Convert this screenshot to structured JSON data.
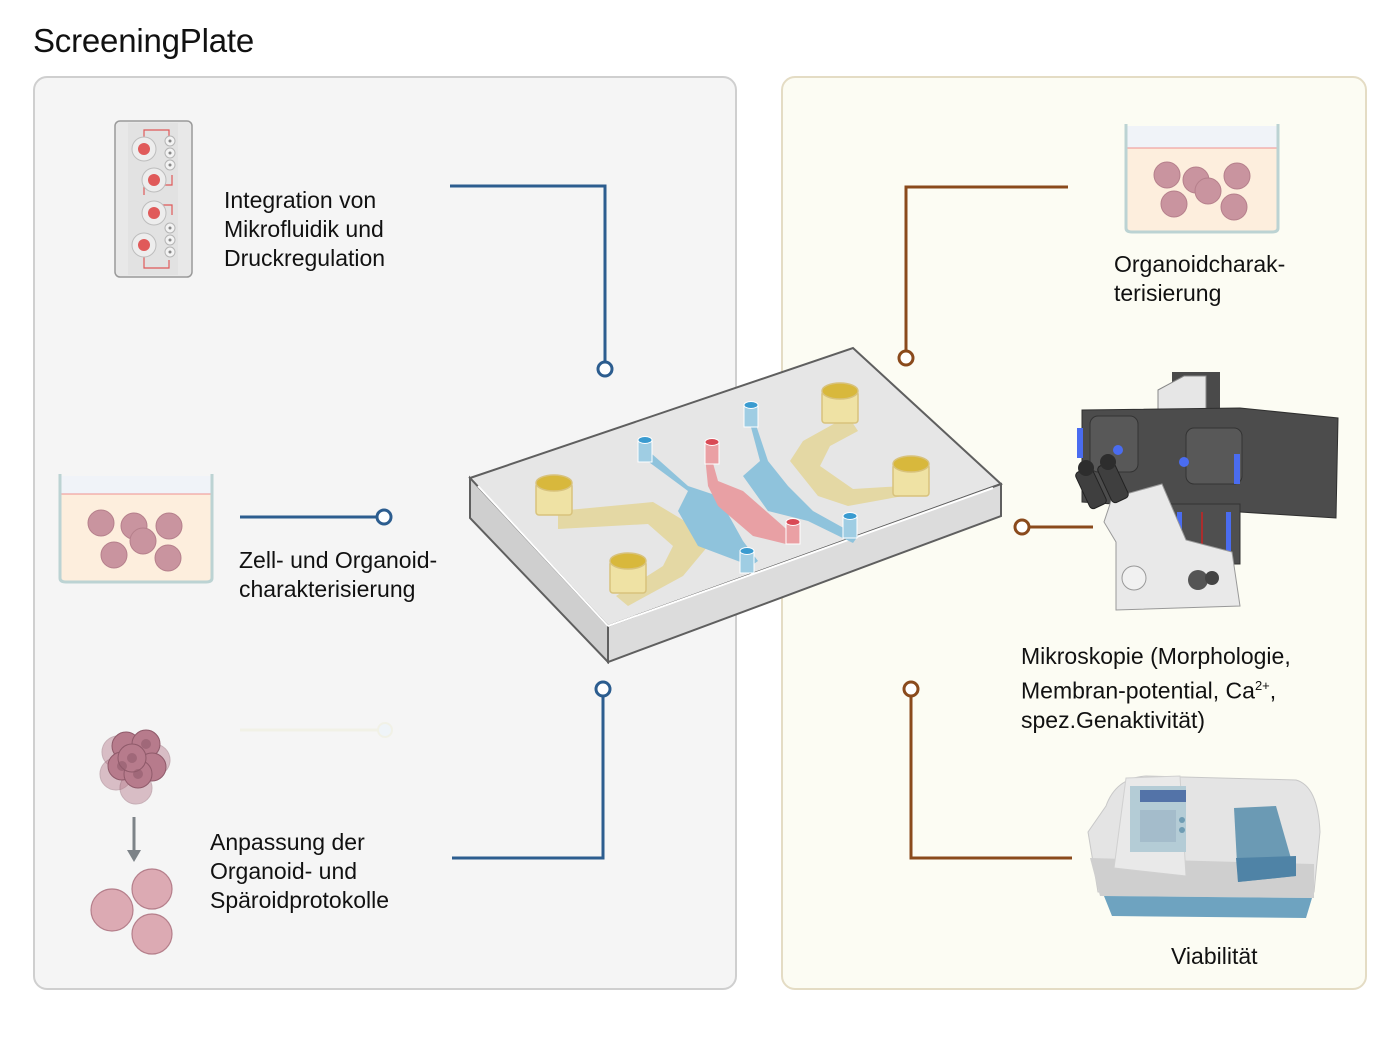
{
  "title": "ScreeningPlate",
  "left_panel": {
    "items": [
      {
        "id": "microfluidics",
        "label": "Integration von\nMikrofluidik und\nDruckregulation",
        "icon": "microfluidic-controller-icon"
      },
      {
        "id": "cell-organoid",
        "label": "Zell- und Organoid-\ncharakterisierung",
        "icon": "petri-dish-organoids-icon"
      },
      {
        "id": "protocols",
        "label": "Anpassung der\nOrganoid- und\nSpäroidprotokolle",
        "icon": "spheroid-to-organoid-icon"
      }
    ]
  },
  "right_panel": {
    "items": [
      {
        "id": "organoid-char",
        "label": "Organoidcharak-\nterisierung",
        "icon": "petri-dish-organoids-icon"
      },
      {
        "id": "microscopy",
        "label_prefix": "Mikroskopie (Morphologie,\nMembran-potential, Ca",
        "label_sup": "2+",
        "label_suffix": ",\nspez.Genaktivität)",
        "icon": "microscope-icon"
      },
      {
        "id": "viability",
        "label": "Viabilität",
        "icon": "plate-reader-icon"
      }
    ]
  },
  "center": {
    "icon": "organ-on-chip-icon"
  },
  "colors": {
    "left_connector": "#2c5d8f",
    "right_connector": "#8a4a1c",
    "left_panel_bg": "#f5f5f5",
    "right_panel_bg": "#fcfcf3",
    "channel_blue": "#8fc3dc",
    "channel_red": "#e8a0a4",
    "channel_yellow": "#e3d69c",
    "organoid": "#c9949f"
  }
}
